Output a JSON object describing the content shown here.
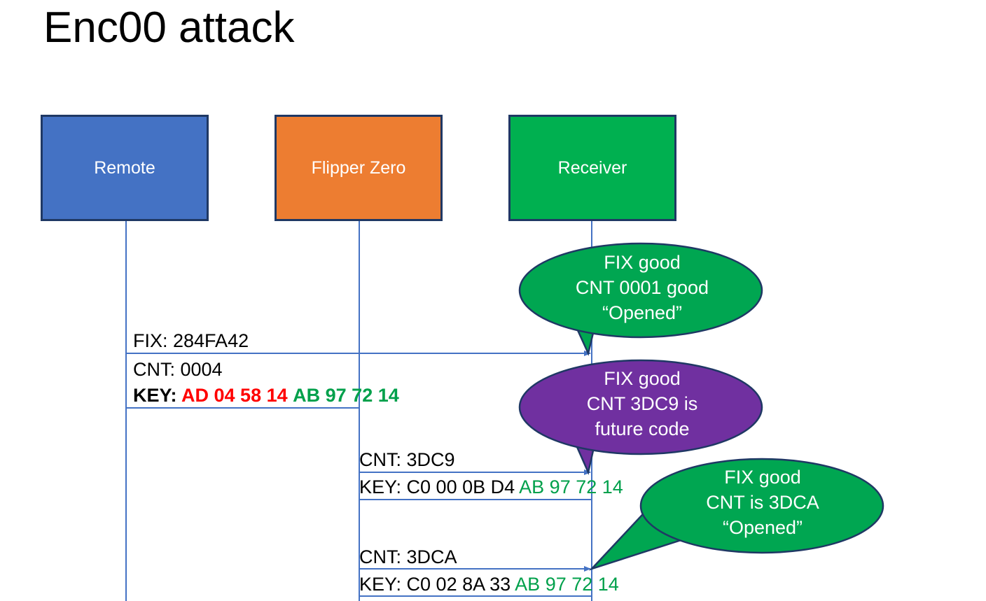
{
  "slide": {
    "title": "Enc00 attack",
    "background": "#FFFFFF"
  },
  "colors": {
    "remote": "#4472C4",
    "flipper": "#ED7D31",
    "receiver": "#00B050",
    "callout_green": "#00A651",
    "callout_purple": "#7030A0",
    "outline": "#1F3864",
    "lifeline": "#4472C4",
    "hex_red": "#FF0000",
    "hex_green": "#00A04B",
    "text": "#000000"
  },
  "actors": [
    {
      "id": "remote",
      "label": "Remote"
    },
    {
      "id": "flipper",
      "label": "Flipper Zero"
    },
    {
      "id": "receiver",
      "label": "Receiver"
    }
  ],
  "messages": [
    {
      "id": "msg1",
      "from": "remote",
      "to": "receiver",
      "fix_label": "FIX: 284FA42",
      "cnt_label": "CNT: 0004",
      "key_prefix": "KEY: ",
      "key_red": "AD 04 58 14",
      "key_green": "AB 97 72 14"
    },
    {
      "id": "msg2",
      "from": "flipper",
      "to": "receiver",
      "cnt_label": "CNT: 3DC9",
      "key_prefix": "KEY: C0 00 0B D4 ",
      "key_green": "AB 97 72 14"
    },
    {
      "id": "msg3",
      "from": "flipper",
      "to": "receiver",
      "cnt_label": "CNT: 3DCA",
      "key_prefix": "KEY: C0 02 8A 33 ",
      "key_green": "AB 97 72 14"
    }
  ],
  "callouts": [
    {
      "id": "callout-1",
      "color": "#00A651",
      "line1": "FIX good",
      "line2": "CNT 0001 good",
      "line3": "“Opened”"
    },
    {
      "id": "callout-2",
      "color": "#7030A0",
      "line1": "FIX good",
      "line2": "CNT 3DC9 is",
      "line3": "future code"
    },
    {
      "id": "callout-3",
      "color": "#00A651",
      "line1": "FIX good",
      "line2": "CNT is 3DCA",
      "line3": "“Opened”"
    }
  ]
}
